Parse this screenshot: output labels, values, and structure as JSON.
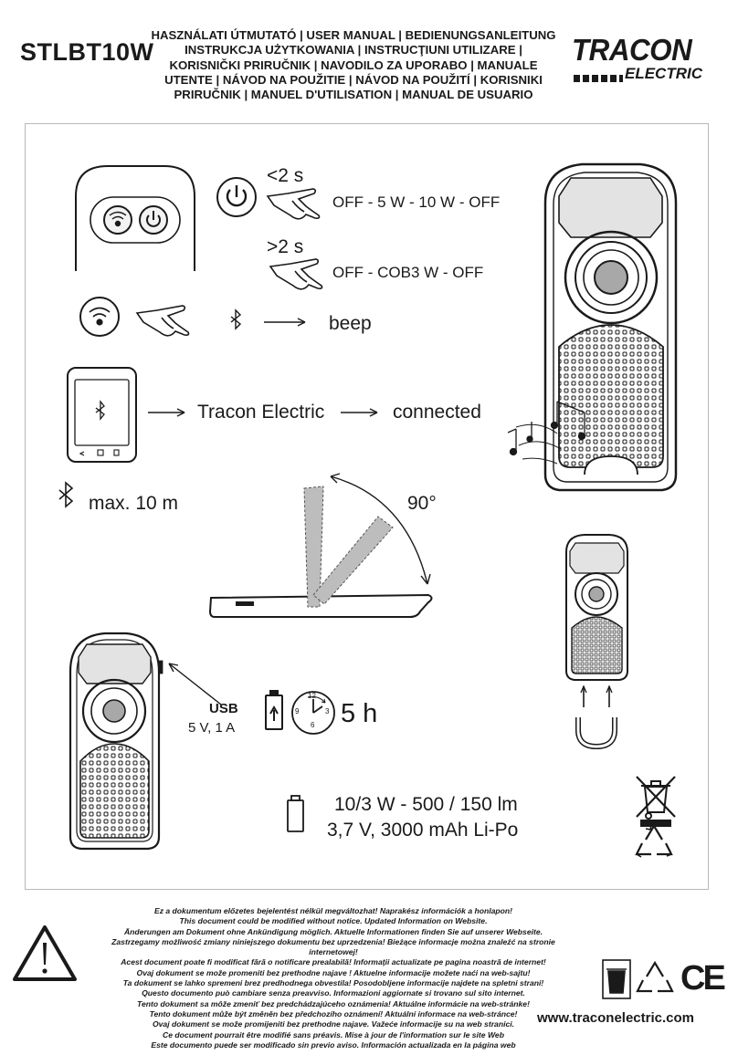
{
  "header": {
    "model": "STLBT10W",
    "titles": [
      "HASZNÁLATI ÚTMUTATÓ | USER MANUAL | BEDIENUNGSANLEITUNG",
      "INSTRUKCJA UŻYTKOWANIA | INSTRUCŢIUNI UTILIZARE |",
      "KORISNIČKI PRIRUČNIK | NAVODILO ZA UPORABO | MANUALE",
      "UTENTE | NÁVOD NA POUŽITIE | NÁVOD NA POUŽITÍ | KORISNIKI",
      "PRIRUČNIK | MANUEL D'UTILISATION | MANUAL DE USUARIO"
    ],
    "brand": {
      "name": "TRACON",
      "sub": "ELECTRIC"
    }
  },
  "instructions": {
    "short_press": "<2 s",
    "short_modes": "OFF - 5 W - 10 W - OFF",
    "long_press": ">2 s",
    "long_modes": "OFF - COB3 W - OFF",
    "beep": "beep",
    "device_name": "Tracon Electric",
    "connected": "connected",
    "range": "max. 10 m",
    "angle": "90°",
    "usb": "USB",
    "usb_spec": "5 V, 1 A",
    "charge_time": "5 h",
    "clock_numbers": {
      "n12": "12",
      "n3": "3",
      "n6": "6",
      "n9": "9"
    },
    "output": "10/3 W - 500 / 150 lm",
    "battery": "3,7 V, 3000 mAh Li-Po"
  },
  "footer": {
    "notice": [
      "Ez a dokumentum előzetes bejelentést nélkül megváltozhat! Naprakész információk a honlapon!",
      "This document could be modified without notice. Updated Information on Website.",
      "Änderungen am Dokument ohne Ankündigung möglich. Aktuelle Informationen finden Sie auf unserer Webseite.",
      "Zastrzegamy możliwość zmiany niniejszego dokumentu bez uprzedzenia! Bieżące informacje można znaleźć na stronie internetowej!",
      "Acest document poate fi modificat fără o notificare prealabilă! Informaţii actualizate pe pagina noastră de internet!",
      "Ovaj dokument se može promeniti bez prethodne najave ! Aktuelne informacije možete naći na web-sajtu!",
      "Ta dokument se lahko spremeni brez predhodnega obvestila! Posodobljene informacije najdete na spletni strani!",
      "Questo documento può cambiare senza preavviso. Informazioni aggiornate si trovano sul sito internet.",
      "Tento dokument sa môže zmeniť bez predchádzajúceho oznámenia! Aktuálne informácie na web-stránke!",
      "Tento dokument může být změněn bez předchozího oznámení! Aktuální informace na web-stránce!",
      "Ovaj dokument se može promijeniti bez prethodne najave. Važeće informacije su na web stranici.",
      "Ce document pourrait être modifié sans préavis. Mise à jour de l'information sur le site Web",
      "Este documento puede ser modificado sin previo aviso. Información actualizada en la página web"
    ],
    "ce_mark": "CE",
    "website": "www.traconelectric.com"
  },
  "icons": [
    "power-icon",
    "bluetooth-icon",
    "hand-press-icon",
    "speaker-lamp-icon",
    "phone-icon",
    "battery-icon",
    "clock-icon",
    "weee-bin-icon",
    "recycle-icon",
    "warning-icon",
    "ce-mark-icon"
  ]
}
